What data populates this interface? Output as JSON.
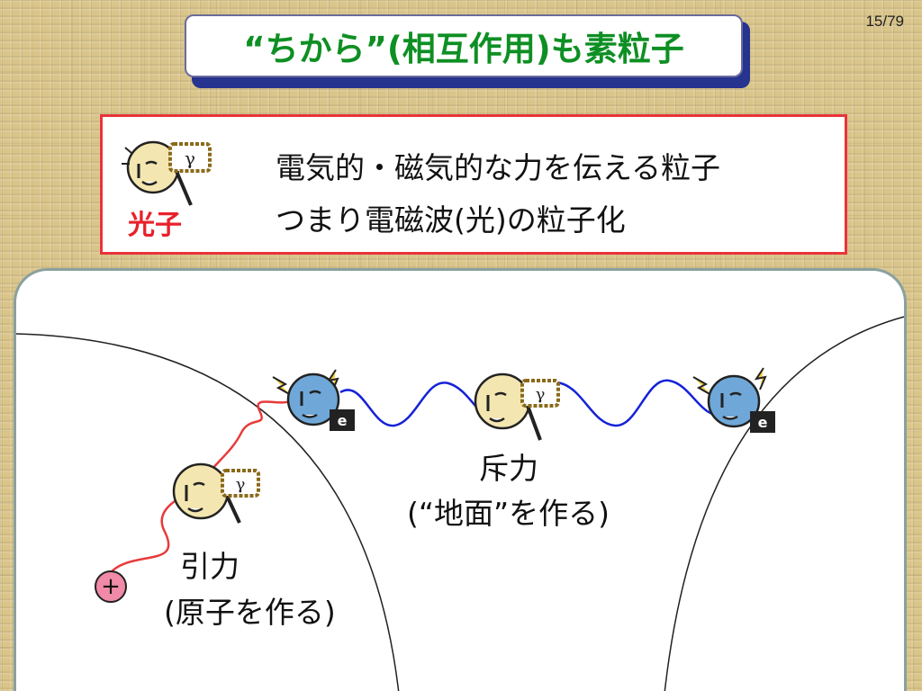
{
  "slide": {
    "title": "“ちから”(相互作用)も素粒子",
    "page_number": "15/79"
  },
  "info": {
    "line1": "電気的・磁気的な力を伝える粒子",
    "line2": "つまり電磁波(光)の粒子化",
    "photon_label": "光子"
  },
  "icons": {
    "photon_sign": "γ",
    "electron_sign": "e",
    "charge_symbol": "+"
  },
  "diagram": {
    "repulsion_label": "斥力",
    "repulsion_note": "(“地面”を作る)",
    "attraction_label": "引力",
    "attraction_note": "(原子を作る)"
  },
  "colors": {
    "title_green": "#0e8f23",
    "title_shadow": "#26338f",
    "info_border": "#e8343a",
    "photon_label_red": "#e8202a",
    "electron_blue": "#6fa8d8",
    "photon_yellow": "#f3e6b0",
    "wave_blue": "#1522d8",
    "wave_red": "#e83a3a",
    "charge_pink": "#f08aa8"
  }
}
